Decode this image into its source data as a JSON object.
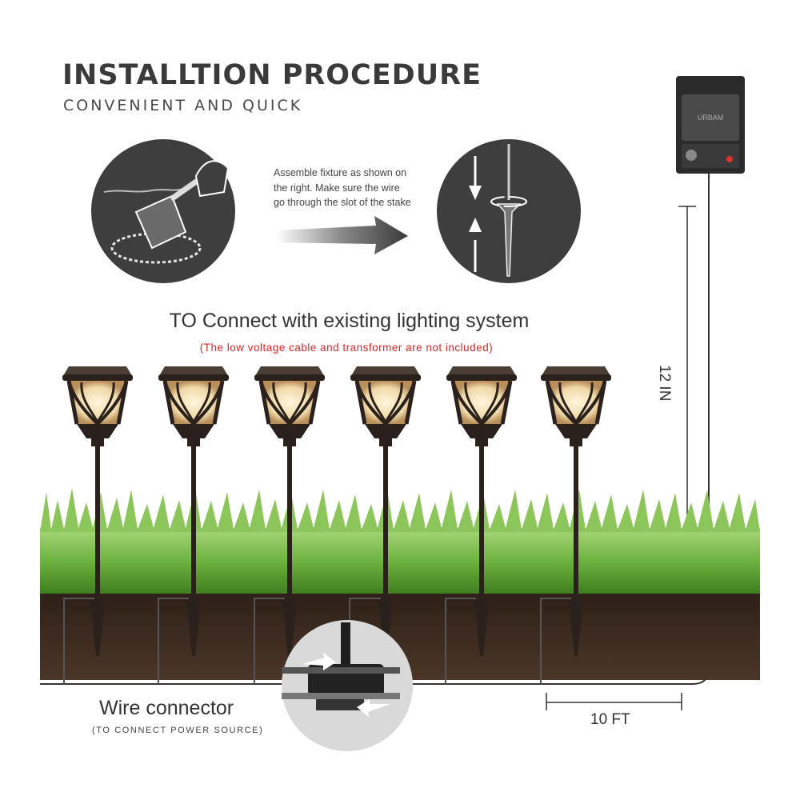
{
  "title": "INSTALLTION PROCEDURE",
  "subtitle": "CONVENIENT AND QUICK",
  "step_text": "Assemble fixture as shown on the right. Make sure the wire go through the slot of the stake",
  "connect_heading": "TO Connect with existing lighting system",
  "note": "(The low voltage cable and transformer are not included)",
  "wire_connector": {
    "label": "Wire connector",
    "sublabel": "(TO CONNECT POWER SOURCE)"
  },
  "dimensions": {
    "horizontal": "10 FT",
    "vertical": "12 IN"
  },
  "transformer": {
    "brand": "URBAM"
  },
  "colors": {
    "accent_red": "#d62828",
    "circle_dark": "#3e3e3e",
    "grass": "#6db33f",
    "soil": "#3b2a20",
    "fixture": "#2a211c"
  },
  "icons": [
    "shovel-icon",
    "stake-assembly-icon",
    "arrow-right-icon",
    "wire-connector-icon",
    "transformer-icon",
    "garden-light-icon"
  ]
}
